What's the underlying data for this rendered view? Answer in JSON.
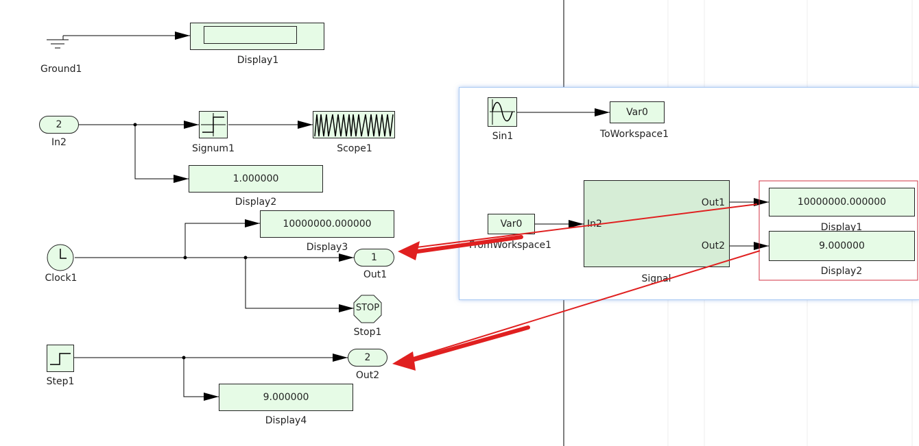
{
  "canvas": {
    "ground": {
      "label": "Ground1"
    },
    "display1": {
      "label": "Display1",
      "value": ""
    },
    "in2": {
      "label": "In2",
      "value": "2"
    },
    "signum": {
      "label": "Signum1"
    },
    "scope": {
      "label": "Scope1"
    },
    "display2": {
      "label": "Display2",
      "value": "1.000000"
    },
    "display3": {
      "label": "Display3",
      "value": "10000000.000000"
    },
    "clock": {
      "label": "Clock1"
    },
    "out1": {
      "label": "Out1",
      "value": "1"
    },
    "stop": {
      "label": "Stop1",
      "value": "STOP"
    },
    "step": {
      "label": "Step1"
    },
    "out2": {
      "label": "Out2",
      "value": "2"
    },
    "display4": {
      "label": "Display4",
      "value": "9.000000"
    }
  },
  "overlay": {
    "sin": {
      "label": "Sin1"
    },
    "to_workspace": {
      "label": "ToWorkspace1",
      "value": "Var0"
    },
    "from_workspace": {
      "label": "FromWorkspace1",
      "value": "Var0"
    },
    "subsystem": {
      "label": "Signal",
      "in_port": "In2",
      "out_port1": "Out1",
      "out_port2": "Out2"
    },
    "display1": {
      "label": "Display1",
      "value": "10000000.000000"
    },
    "display2": {
      "label": "Display2",
      "value": "9.000000"
    }
  },
  "colors": {
    "block_fill": "#e6fbe6",
    "subsystem_fill": "#d6edd6",
    "arrow_red": "#e02020",
    "overlay_border": "#a9c9f3",
    "highlight_box": "#d03040"
  }
}
